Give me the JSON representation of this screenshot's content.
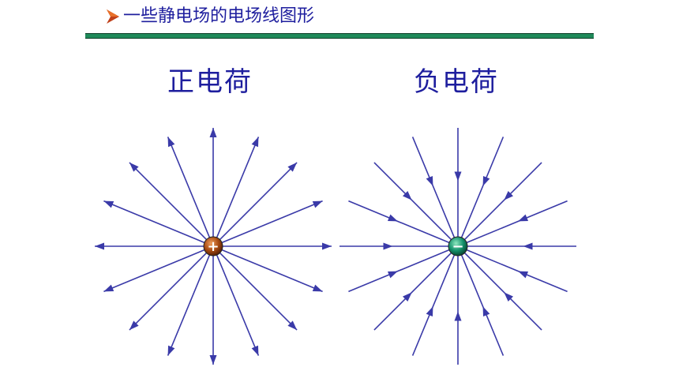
{
  "slide": {
    "title": "一些静电场的电场线图形",
    "bullet_icon": "arrow-bullet-icon",
    "rule_color": "#1f8a5a",
    "text_color": "#1e1e9e"
  },
  "diagrams": [
    {
      "heading": "正电荷",
      "charge_sign": "+",
      "charge_color": "#8a3a0a",
      "field_direction": "outward",
      "line_color": "#3a3aa8",
      "line_count": 16
    },
    {
      "heading": "负电荷",
      "charge_sign": "−",
      "charge_color": "#0f7a5a",
      "field_direction": "inward",
      "line_color": "#3a3aa8",
      "line_count": 16
    }
  ]
}
